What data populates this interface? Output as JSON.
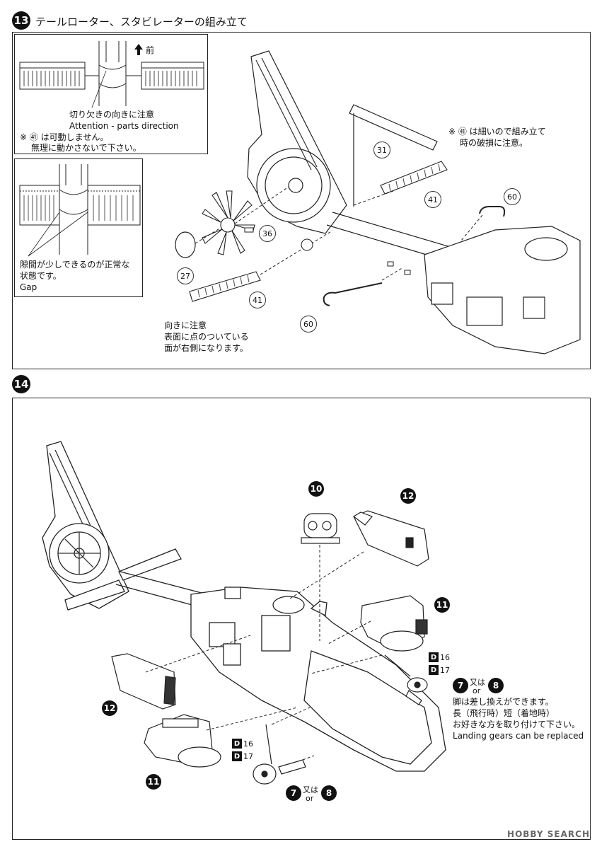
{
  "step13": {
    "number": "13",
    "title": "テールローター、スタビレーターの組み立て",
    "front_label": "前",
    "note_attention_jp": "切り欠きの向きに注意",
    "note_attention_en": "Attention - parts direction",
    "note_41_line1": "※ ㊶ は可動しません。",
    "note_41_line2": "無理に動かさないで下さい。",
    "note_gap_line1": "隙間が少しできるのが正常な",
    "note_gap_line2": "状態です。",
    "note_gap_en": "Gap",
    "note_fragile_line1": "※ ㊶ は細いので組み立て",
    "note_fragile_line2": "時の破損に注意。",
    "note_direction_line1": "向きに注意",
    "note_direction_line2": "表面に点のついている",
    "note_direction_line3": "面が右側になります。",
    "parts": [
      "31",
      "41",
      "60",
      "36",
      "27",
      "41",
      "60"
    ]
  },
  "step14": {
    "number": "14",
    "badges": [
      "10",
      "12",
      "11",
      "12",
      "11"
    ],
    "d_refs": [
      "16",
      "17",
      "16",
      "17"
    ],
    "d_label": "D",
    "option_a": "7",
    "option_b": "8",
    "or_jp": "又は",
    "or_en": "or",
    "note_line1": "脚は差し換えができます。",
    "note_line2": "長（飛行時）短（着地時）",
    "note_line3": "お好きな方を取り付けて下さい。",
    "note_line4": "Landing gears can be replaced"
  },
  "watermark": "HOBBY SEARCH"
}
